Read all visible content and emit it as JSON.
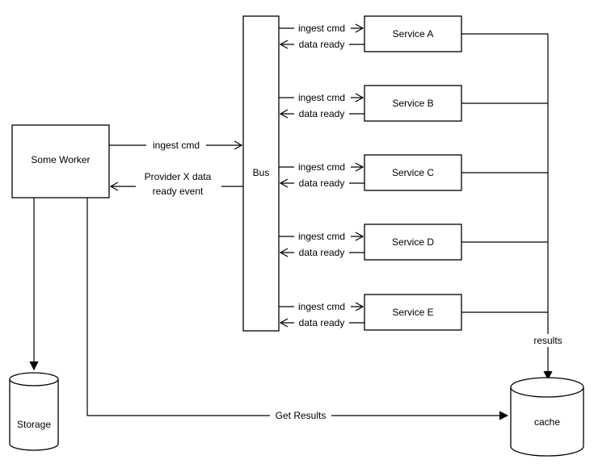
{
  "worker": {
    "label": "Some Worker"
  },
  "bus": {
    "label": "Bus"
  },
  "storage": {
    "label": "Storage"
  },
  "cache": {
    "label": "cache"
  },
  "services": [
    {
      "label": "Service A",
      "cmd": "ingest cmd",
      "ready": "data ready"
    },
    {
      "label": "Service B",
      "cmd": "ingest cmd",
      "ready": "data ready"
    },
    {
      "label": "Service C",
      "cmd": "ingest cmd",
      "ready": "data ready"
    },
    {
      "label": "Service D",
      "cmd": "ingest cmd",
      "ready": "data ready"
    },
    {
      "label": "Service E",
      "cmd": "ingest cmd",
      "ready": "data ready"
    }
  ],
  "edges": {
    "worker_to_bus": "ingest cmd",
    "bus_to_worker_line1": "Provider X data",
    "bus_to_worker_line2": "ready event",
    "get_results": "Get Results",
    "results": "results"
  }
}
